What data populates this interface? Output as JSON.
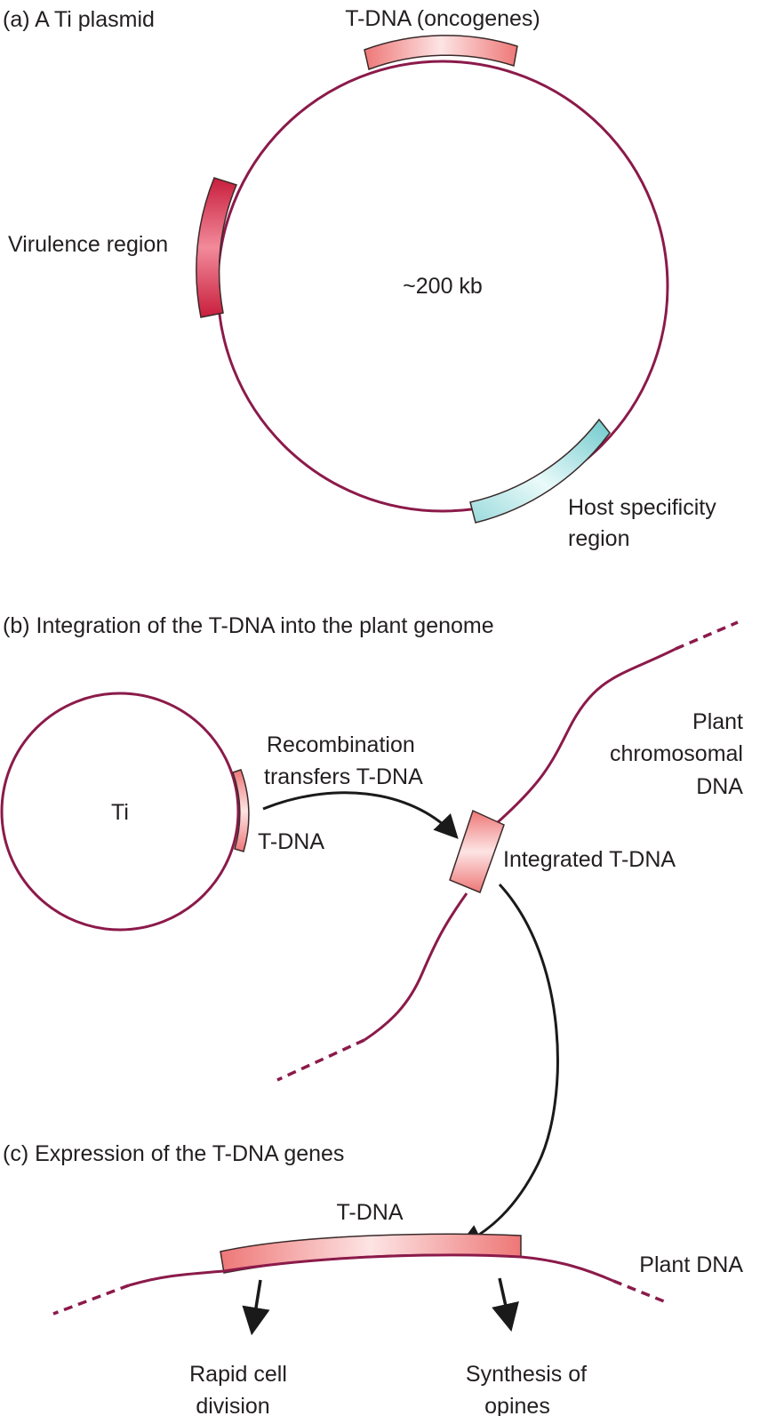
{
  "colors": {
    "dna_line": "#8b1a4a",
    "tdna_fill_dark": "#ee7777",
    "tdna_fill_light": "#fde4e4",
    "virulence_dark": "#c81e3c",
    "virulence_light": "#f28a9a",
    "host_dark": "#6ec9cc",
    "host_light": "#eafafa",
    "arrow": "#1a1a1a",
    "text": "#231f20"
  },
  "panel_a": {
    "title": "(a) A Ti plasmid",
    "tdna_label": "T-DNA (oncogenes)",
    "virulence_label": "Virulence region",
    "size_label": "~200 kb",
    "host_label_line1": "Host specificity",
    "host_label_line2": "region"
  },
  "panel_b": {
    "title": "(b) Integration of the T-DNA into the plant genome",
    "plasmid_label": "Ti",
    "tdna_label": "T-DNA",
    "recomb_line1": "Recombination",
    "recomb_line2": "transfers T-DNA",
    "chrom_line1": "Plant",
    "chrom_line2": "chromosomal",
    "chrom_line3": "DNA",
    "integrated_label": "Integrated T-DNA"
  },
  "panel_c": {
    "title": "(c) Expression of the T-DNA genes",
    "tdna_label": "T-DNA",
    "plant_dna_label": "Plant DNA",
    "rapid_line1": "Rapid cell",
    "rapid_line2": "division",
    "synth_line1": "Synthesis of",
    "synth_line2": "opines"
  }
}
